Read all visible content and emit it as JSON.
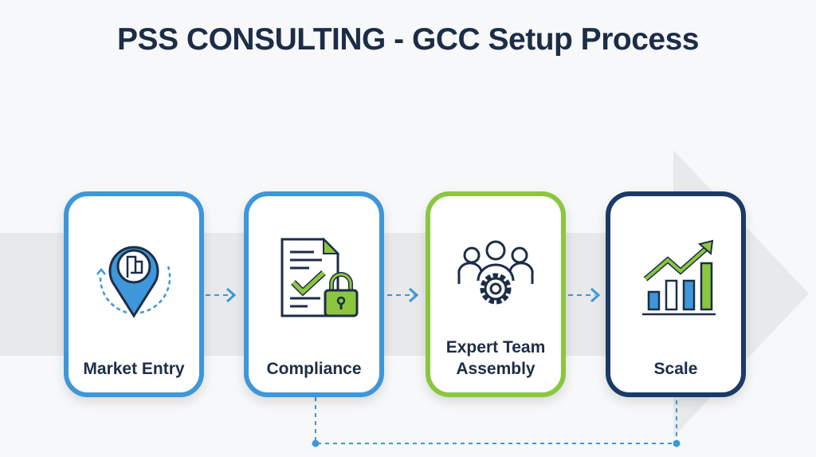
{
  "title": "PSS CONSULTING - GCC Setup Process",
  "steps": [
    {
      "label": "Market Entry",
      "icon": "map-pin-flag-icon",
      "color": "#3d97d8"
    },
    {
      "label": "Compliance",
      "icon": "document-lock-icon",
      "color": "#3d97d8"
    },
    {
      "label_line1": "Expert Team",
      "label_line2": "Assembly",
      "icon": "team-gear-icon",
      "color": "#8cc63f"
    },
    {
      "label": "Scale",
      "icon": "growth-chart-icon",
      "color": "#1b3a67"
    }
  ],
  "colors": {
    "blue": "#3d97d8",
    "green": "#8cc63f",
    "navy": "#1b3a67",
    "text": "#1d2d47"
  }
}
